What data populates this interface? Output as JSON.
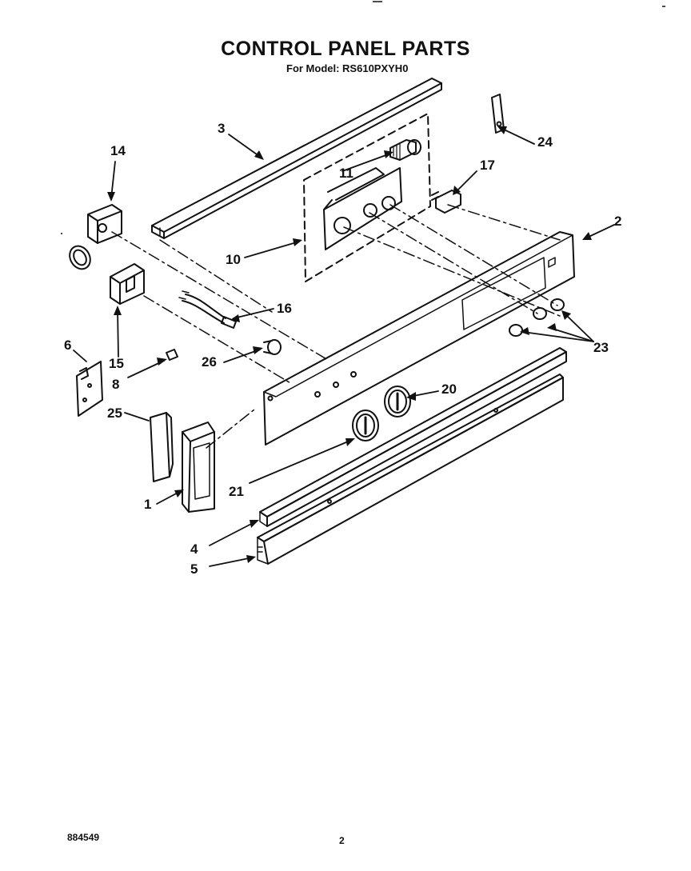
{
  "header": {
    "title": "CONTROL PANEL PARTS",
    "subtitle": "For Model: RS610PXYH0"
  },
  "callouts": {
    "c1": "1",
    "c2": "2",
    "c3": "3",
    "c4": "4",
    "c5": "5",
    "c6": "6",
    "c8": "8",
    "c10": "10",
    "c11": "11",
    "c14": "14",
    "c15": "15",
    "c16": "16",
    "c17": "17",
    "c20": "20",
    "c21": "21",
    "c23": "23",
    "c24": "24",
    "c25": "25",
    "c26": "26"
  },
  "footer": {
    "doc_number": "884549",
    "page_number": "2"
  }
}
